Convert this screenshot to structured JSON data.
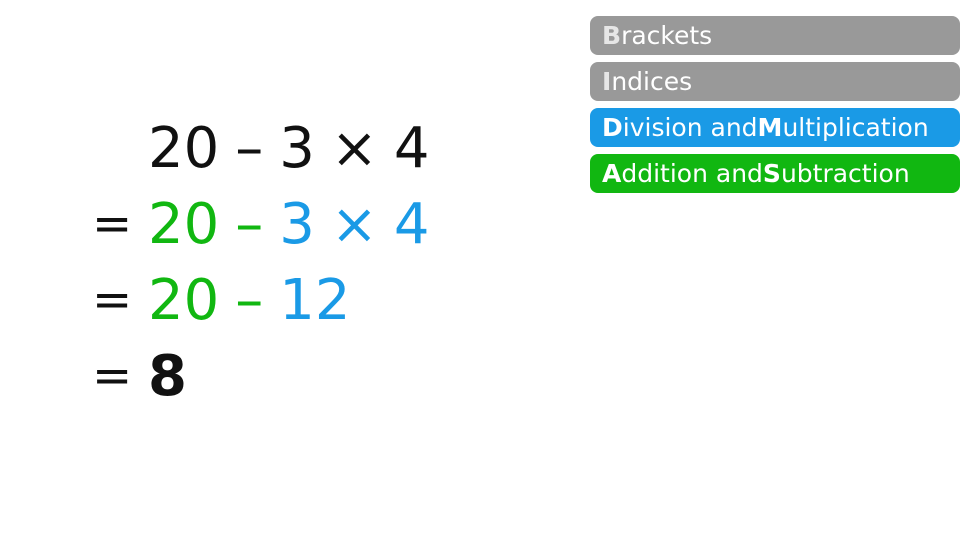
{
  "legend": [
    {
      "letter": "B",
      "rest": "rackets",
      "color": "#999999"
    },
    {
      "letter": "I",
      "rest": "ndices",
      "color": "#999999"
    },
    {
      "letter1": "D",
      "mid": "ivision and ",
      "letter2": "M",
      "rest": "ultiplication",
      "color": "#1a9ae6"
    },
    {
      "letter1": "A",
      "mid": "ddition and ",
      "letter2": "S",
      "rest": "ubtraction",
      "color": "#11b711"
    }
  ],
  "working": {
    "line1": {
      "a": "20",
      "op1": "–",
      "b": "3",
      "op2": "×",
      "c": "4"
    },
    "line2": {
      "eq": "=",
      "a": "20",
      "op1": "–",
      "b": "3",
      "op2": "×",
      "c": "4"
    },
    "line3": {
      "eq": "=",
      "a": "20",
      "op1": "–",
      "b": "12"
    },
    "line4": {
      "eq": "=",
      "result": "8"
    }
  },
  "colors": {
    "addition_subtraction": "#11b711",
    "division_multiplication": "#1a9ae6",
    "inactive": "#999999",
    "text": "#111111"
  }
}
